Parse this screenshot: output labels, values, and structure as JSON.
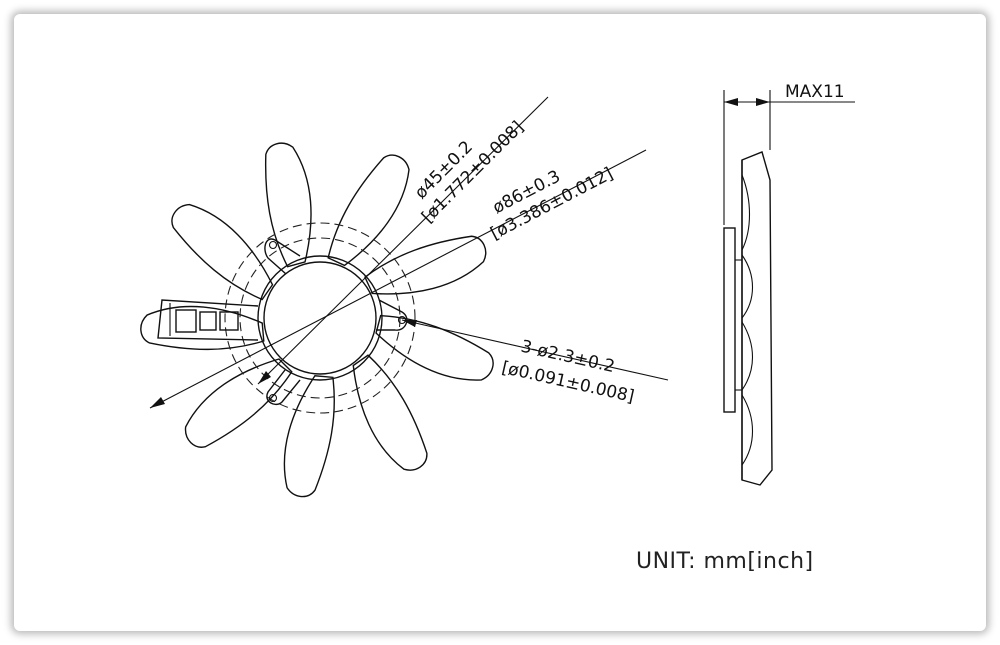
{
  "dimensions": {
    "hub_diameter": {
      "mm": "ø45±0.2",
      "inch": "[ø1.772±0.008]"
    },
    "fan_diameter": {
      "mm": "ø86±0.3",
      "inch": "[ø3.386±0.012]"
    },
    "mount_holes": {
      "mm": "3-ø2.3±0.2",
      "inch": "[ø0.091±0.008]"
    },
    "max_thickness": "MAX11"
  },
  "unit_note": "UNIT: mm[inch]"
}
